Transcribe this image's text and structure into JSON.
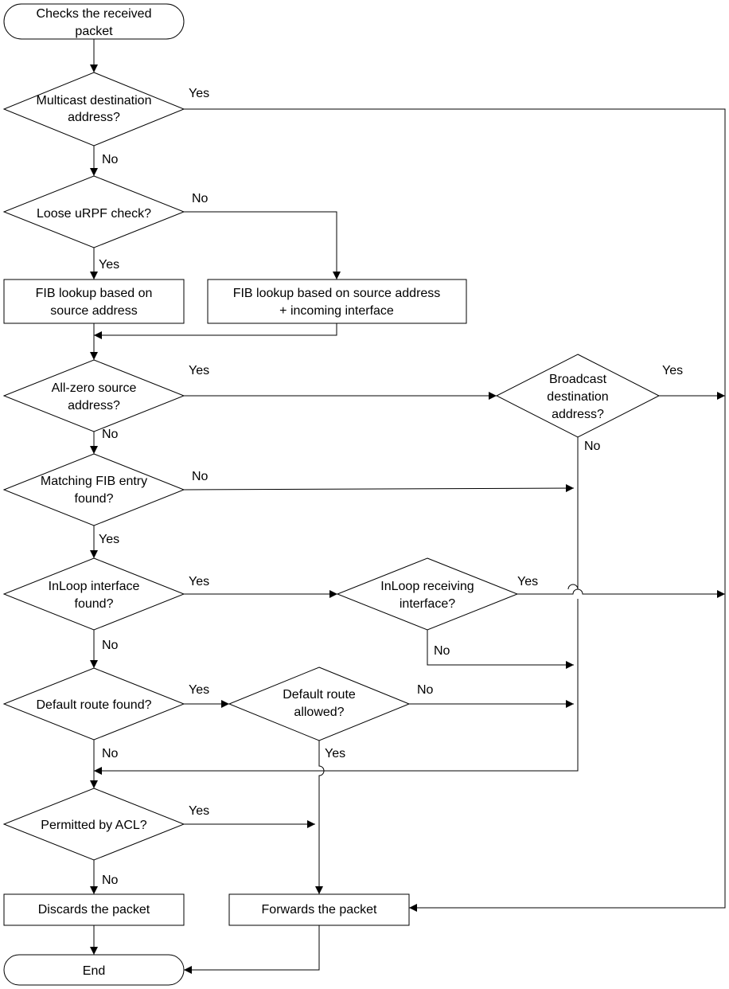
{
  "nodes": {
    "start": {
      "lines": [
        "Checks the received",
        "packet"
      ]
    },
    "multicast": {
      "lines": [
        "Multicast destination",
        "address?"
      ]
    },
    "loose": {
      "lines": [
        "Loose uRPF check?"
      ]
    },
    "fib_src": {
      "lines": [
        "FIB lookup based on",
        "source address"
      ]
    },
    "fib_src_if": {
      "lines": [
        "FIB lookup based on source address",
        "+ incoming interface"
      ]
    },
    "allzero": {
      "lines": [
        "All-zero source",
        "address?"
      ]
    },
    "broadcast": {
      "lines": [
        "Broadcast",
        "destination",
        "address?"
      ]
    },
    "matching": {
      "lines": [
        "Matching FIB entry",
        "found?"
      ]
    },
    "inloop_if": {
      "lines": [
        "InLoop interface",
        "found?"
      ]
    },
    "inloop_recv": {
      "lines": [
        "InLoop receiving",
        "interface?"
      ]
    },
    "default_found": {
      "lines": [
        "Default route found?"
      ]
    },
    "default_allowed": {
      "lines": [
        "Default route",
        "allowed?"
      ]
    },
    "acl": {
      "lines": [
        "Permitted by ACL?"
      ]
    },
    "discard": {
      "lines": [
        "Discards the packet"
      ]
    },
    "forward": {
      "lines": [
        "Forwards the packet"
      ]
    },
    "end": {
      "lines": [
        "End"
      ]
    }
  },
  "edge_labels": {
    "multicast_yes": "Yes",
    "multicast_no": "No",
    "loose_no": "No",
    "loose_yes": "Yes",
    "allzero_yes": "Yes",
    "broadcast_yes": "Yes",
    "allzero_no": "No",
    "broadcast_no": "No",
    "matching_no": "No",
    "matching_yes": "Yes",
    "inloop_if_yes": "Yes",
    "inloop_recv_yes": "Yes",
    "inloop_if_no": "No",
    "inloop_recv_no": "No",
    "default_found_yes": "Yes",
    "default_allowed_no": "No",
    "default_found_no": "No",
    "default_allowed_yes": "Yes",
    "acl_yes": "Yes",
    "acl_no": "No"
  }
}
